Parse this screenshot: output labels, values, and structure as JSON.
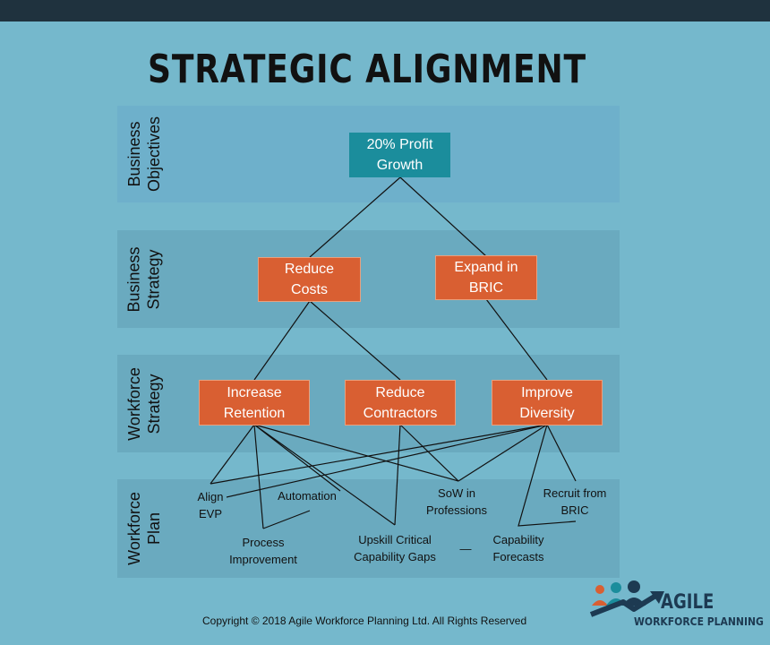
{
  "title": "STRATEGIC ALIGNMENT",
  "rows": [
    {
      "label": "Business\nObjectives"
    },
    {
      "label": "Business\nStrategy"
    },
    {
      "label": "Workforce\nStrategy"
    },
    {
      "label": "Workforce\nPlan"
    }
  ],
  "objectives": {
    "profit_growth": "20% Profit\nGrowth"
  },
  "business_strategy": {
    "reduce_costs": "Reduce\nCosts",
    "expand_bric": "Expand in\nBRIC"
  },
  "workforce_strategy": {
    "increase_retention": "Increase\nRetention",
    "reduce_contractors": "Reduce\nContractors",
    "improve_diversity": "Improve\nDiversity"
  },
  "workforce_plan": {
    "align_evp": "Align\nEVP",
    "automation": "Automation",
    "process_improvement": "Process\nImprovement",
    "upskill": "Upskill Critical\nCapability Gaps",
    "sow": "SoW in\nProfessions",
    "capability_forecasts": "Capability\nForecasts",
    "recruit_bric": "Recruit from\nBRIC",
    "dash": "—"
  },
  "footer": "Copyright © 2018 Agile Workforce Planning  Ltd.  All Rights Reserved",
  "logo": {
    "line1": "AGILE",
    "line2": "WORKFORCE PLANNING"
  },
  "colors": {
    "background": "#75b8cc",
    "band_objectives": "#6eb0cb",
    "band": "#6aaabf",
    "teal_box": "#1b8d9c",
    "orange_box": "#d95f32",
    "top_bar": "#1f323e"
  }
}
